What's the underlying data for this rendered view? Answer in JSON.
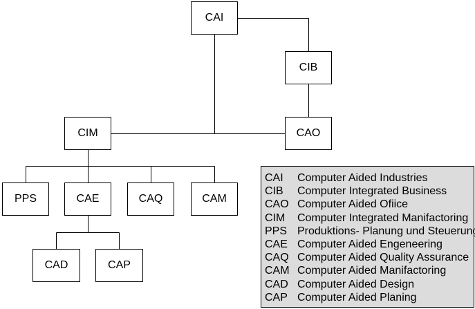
{
  "nodes": {
    "cai": "CAI",
    "cib": "CIB",
    "cim": "CIM",
    "cao": "CAO",
    "pps": "PPS",
    "cae": "CAE",
    "caq": "CAQ",
    "cam": "CAM",
    "cad": "CAD",
    "cap": "CAP"
  },
  "legend": [
    {
      "abbr": "CAI",
      "text": "Computer Aided Industries"
    },
    {
      "abbr": "CIB",
      "text": "Computer Integrated Business"
    },
    {
      "abbr": "CAO",
      "text": "Computer Aided Ofiice"
    },
    {
      "abbr": "CIM",
      "text": "Computer Integrated Manifactoring"
    },
    {
      "abbr": "PPS",
      "text": "Produktions- Planung und Steuerung"
    },
    {
      "abbr": "CAE",
      "text": "Computer Aided Engeneering"
    },
    {
      "abbr": "CAQ",
      "text": "Computer Aided Quality Assurance"
    },
    {
      "abbr": "CAM",
      "text": "Computer Aided Manifactoring"
    },
    {
      "abbr": "CAD",
      "text": "Computer Aided Design"
    },
    {
      "abbr": "CAP",
      "text": "Computer Aided Planing"
    }
  ],
  "colors": {
    "stroke": "#000000",
    "node_fill": "#ffffff",
    "legend_fill": "#dcdcdc"
  }
}
